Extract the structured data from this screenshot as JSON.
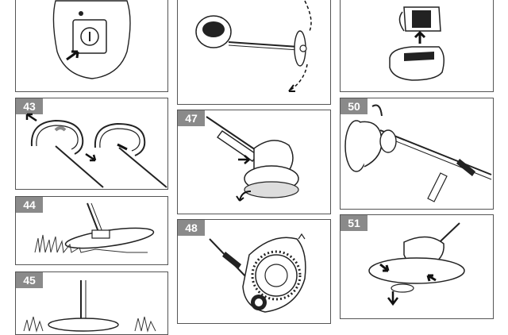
{
  "document": {
    "figures": [
      {
        "key": "f_top_left",
        "number": ""
      },
      {
        "key": "f_top_mid",
        "number": ""
      },
      {
        "key": "f_top_right",
        "number": ""
      },
      {
        "key": "f43",
        "number": "43"
      },
      {
        "key": "f44",
        "number": "44"
      },
      {
        "key": "f45",
        "number": "45"
      },
      {
        "key": "f47",
        "number": "47"
      },
      {
        "key": "f48",
        "number": "48"
      },
      {
        "key": "f50",
        "number": "50"
      },
      {
        "key": "f51",
        "number": "51"
      }
    ]
  }
}
